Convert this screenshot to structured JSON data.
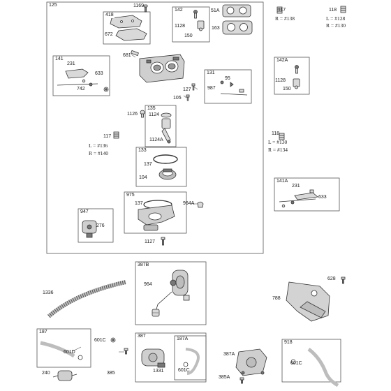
{
  "colors": {
    "line": "#333333",
    "fill": "#d9d9d9",
    "dark": "#777777",
    "box": "#555555"
  },
  "boxes": {
    "b125": "125",
    "b418": "418",
    "b142": "142",
    "b141": "141",
    "b131": "131",
    "b135": "135",
    "b133": "133",
    "b975": "975",
    "b947": "947",
    "b142A": "142A",
    "b141A": "141A",
    "b387B": "387B",
    "b187": "187",
    "b387": "387",
    "b187A": "187A",
    "b918": "918"
  },
  "parts": {
    "p1169": "1169",
    "p672": "672",
    "p51A": "51A",
    "p1128a": "1128",
    "p163": "163",
    "p150a": "150",
    "p231a": "231",
    "p633a": "633",
    "p742": "742",
    "p681": "681",
    "p95": "95",
    "p987": "987",
    "p105": "105",
    "p127": "127",
    "p1126": "1126",
    "p1124": "1124",
    "p1124A": "1124A",
    "p117b": "117",
    "p137a": "137",
    "p104": "104",
    "p137b": "137",
    "p964A": "964A",
    "p276": "276",
    "p1127": "1127",
    "p117a": "117",
    "p118a": "118",
    "p1128b": "1128",
    "p150b": "150",
    "p118b": "118",
    "p231b": "231",
    "p633b": "633",
    "p628": "628",
    "p964": "964",
    "p788": "788",
    "p1336": "1336",
    "p601C1": "601C",
    "p601D": "601D",
    "p1331": "1331",
    "p601C2": "601C",
    "p387A": "387A",
    "p385A": "385A",
    "p601C3": "601C",
    "p240": "240",
    "p385": "385"
  },
  "notes": {
    "n117a": "R = #138",
    "n118a1": "L = #128",
    "n118a2": "R = #130",
    "n117b1": "L = #136",
    "n117b2": "R = #140",
    "n118b1": "L = #130",
    "n118b2": "R = #134"
  }
}
